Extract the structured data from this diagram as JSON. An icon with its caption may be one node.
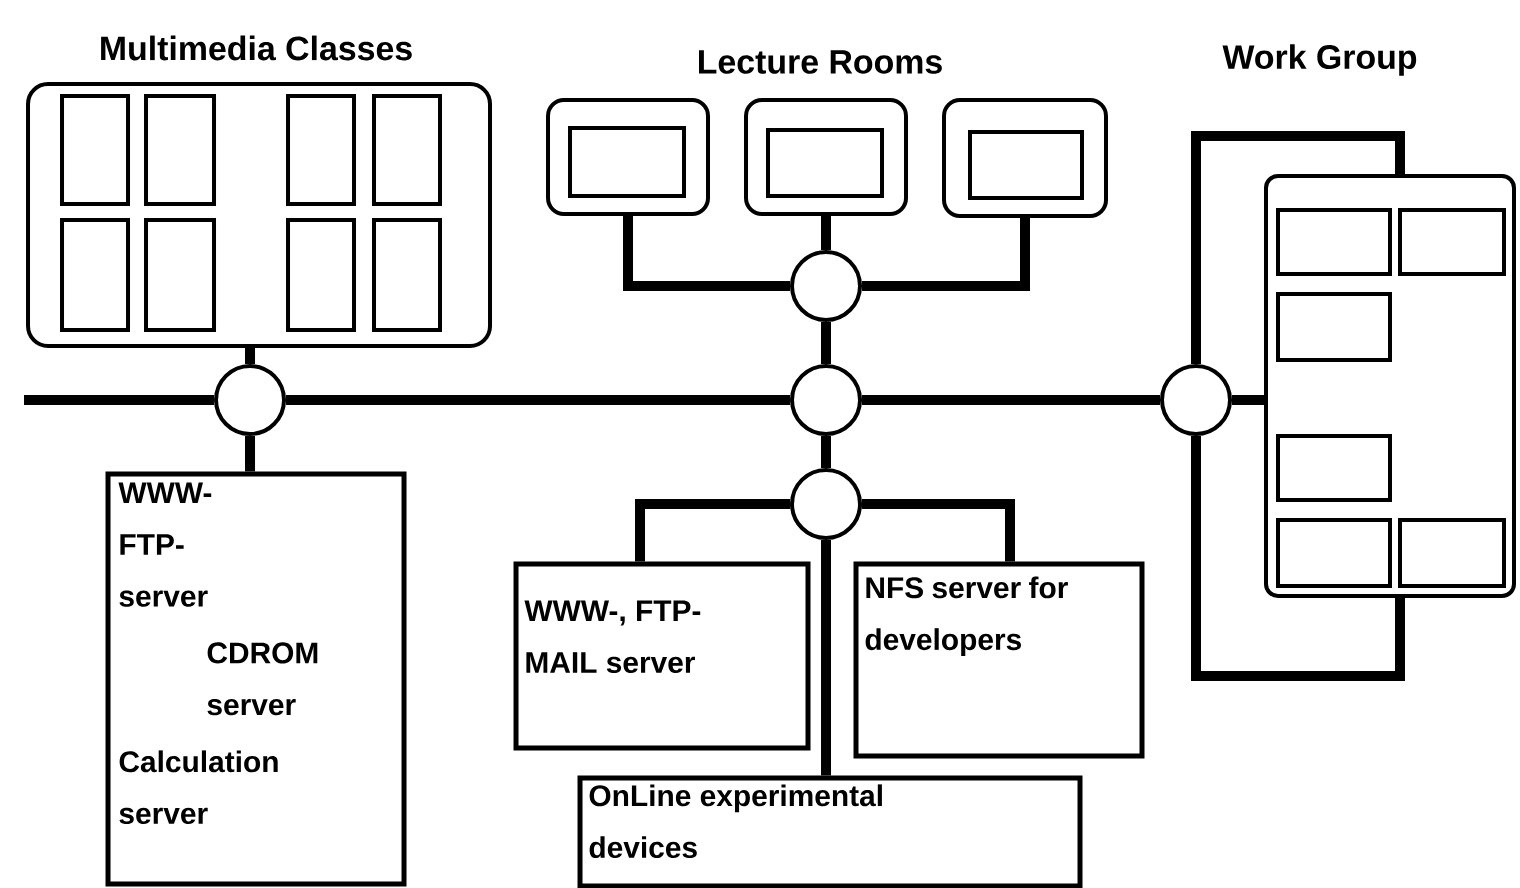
{
  "diagram": {
    "nodes": [
      {
        "text": [
          "Multimedia Classes"
        ]
      },
      {
        "text": [],
        "shape": "box",
        "in": 0
      },
      {
        "text": [],
        "shape": "box",
        "in": 0
      },
      {
        "text": [],
        "shape": "box",
        "in": 0
      },
      {
        "text": [],
        "shape": "box",
        "in": 0
      },
      {
        "text": [],
        "shape": "box",
        "in": 0
      },
      {
        "text": [],
        "shape": "box",
        "in": 0
      },
      {
        "text": [],
        "shape": "box",
        "in": 0
      },
      {
        "text": [],
        "shape": "box",
        "in": 0
      },
      {
        "text": [],
        "shape": "box"
      },
      {
        "text": [],
        "shape": "box",
        "in": 9
      },
      {
        "text": [],
        "shape": "box"
      },
      {
        "text": [],
        "shape": "box",
        "in": 11
      },
      {
        "text": [],
        "shape": "box"
      },
      {
        "text": [],
        "shape": "box",
        "in": 13
      },
      {
        "text": [
          "Work Group"
        ]
      },
      {
        "text": [],
        "shape": "box",
        "in": 15
      },
      {
        "text": [],
        "shape": "box",
        "in": 15
      },
      {
        "text": [],
        "shape": "box",
        "in": 15
      },
      {
        "text": [],
        "shape": "box",
        "in": 15
      },
      {
        "text": [],
        "shape": "box",
        "in": 15
      },
      {
        "text": [],
        "shape": "box",
        "in": 15
      },
      {
        "text": [],
        "shape": "circle"
      },
      {
        "text": [],
        "shape": "circle"
      },
      {
        "text": [],
        "shape": "circle"
      },
      {
        "text": [],
        "shape": "circle"
      },
      {
        "text": [],
        "shape": "circle"
      },
      {
        "text": [
          "WWW- FTP- server",
          "CDROM server",
          "Calculation server"
        ]
      },
      {
        "text": [
          "WWW-, FTP- MAIL server"
        ]
      },
      {
        "text": [
          "NFS server for developers"
        ]
      },
      {
        "text": [
          "OnLine experimental devices"
        ]
      }
    ],
    "edges": [
      {
        "from": null,
        "to": 23,
        "arrow": "none"
      },
      {
        "from": 23,
        "to": 24,
        "arrow": "none"
      },
      {
        "from": 24,
        "to": 25,
        "arrow": "none"
      },
      {
        "from": 0,
        "to": 23,
        "arrow": "none"
      },
      {
        "from": 23,
        "to": 27,
        "arrow": "none"
      },
      {
        "from": 9,
        "to": 22,
        "arrow": "none"
      },
      {
        "from": 11,
        "to": 22,
        "arrow": "none"
      },
      {
        "from": 13,
        "to": 22,
        "arrow": "none"
      },
      {
        "from": 22,
        "to": 24,
        "arrow": "none"
      },
      {
        "from": 24,
        "to": 26,
        "arrow": "none"
      },
      {
        "from": 26,
        "to": 28,
        "arrow": "none"
      },
      {
        "from": 26,
        "to": 29,
        "arrow": "none"
      },
      {
        "from": 26,
        "to": 30,
        "arrow": "none"
      },
      {
        "from": 25,
        "to": 15,
        "arrow": "none"
      },
      {
        "from": 25,
        "to": 15,
        "arrow": "none"
      },
      {
        "from": 25,
        "to": 15,
        "arrow": "none"
      }
    ],
    "labels": [
      "Lecture Rooms"
    ]
  }
}
